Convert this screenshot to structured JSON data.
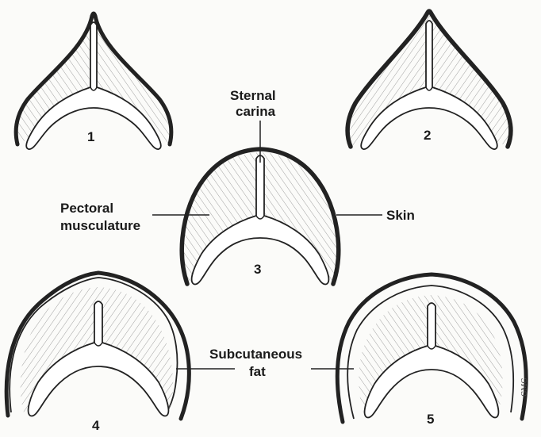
{
  "figure": {
    "panels": [
      {
        "number": "1"
      },
      {
        "number": "2"
      },
      {
        "number": "3"
      },
      {
        "number": "4"
      },
      {
        "number": "5"
      }
    ],
    "labels": {
      "sternal_carina_line1": "Sternal",
      "sternal_carina_line2": "carina",
      "pectoral_line1": "Pectoral",
      "pectoral_line2": "musculature",
      "skin": "Skin",
      "subcutaneous_line1": "Subcutaneous",
      "subcutaneous_line2": "fat"
    },
    "artist_signature": "GMG"
  }
}
